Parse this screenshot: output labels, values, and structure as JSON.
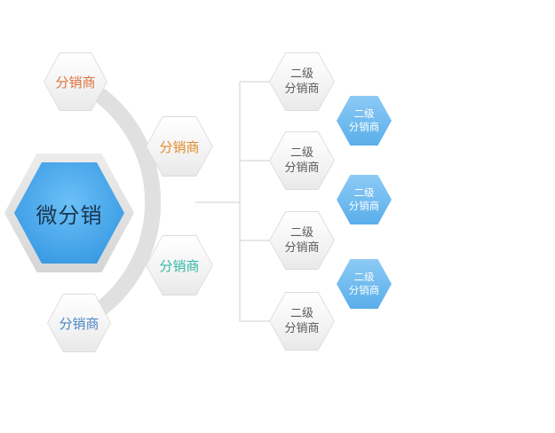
{
  "center": {
    "label": "微分销"
  },
  "primary_nodes": [
    {
      "label": "分销商",
      "color": "#e0723a"
    },
    {
      "label": "分销商",
      "color": "#e48a2c"
    },
    {
      "label": "分销商",
      "color": "#33b8a8"
    },
    {
      "label": "分销商",
      "color": "#4a86c5"
    }
  ],
  "secondary_nodes": [
    {
      "line1": "二级",
      "line2": "分销商"
    },
    {
      "line1": "二级",
      "line2": "分销商"
    },
    {
      "line1": "二级",
      "line2": "分销商"
    },
    {
      "line1": "二级",
      "line2": "分销商"
    }
  ],
  "blue_nodes": [
    {
      "line1": "二级",
      "line2": "分销商"
    },
    {
      "line1": "二级",
      "line2": "分销商"
    },
    {
      "line1": "二级",
      "line2": "分销商"
    }
  ]
}
